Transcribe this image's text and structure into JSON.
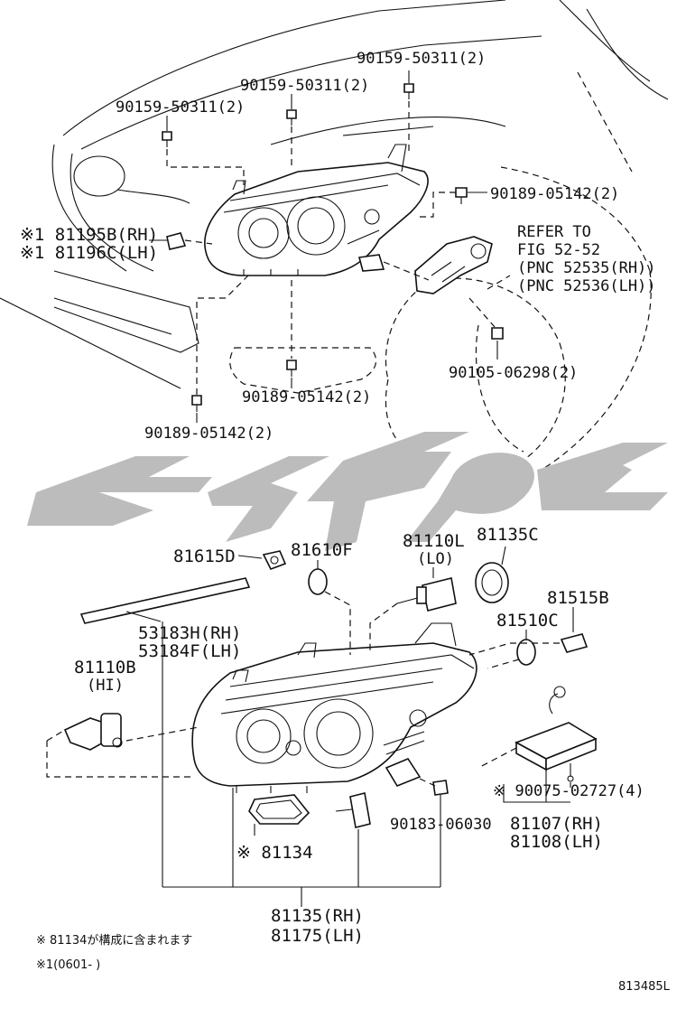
{
  "watermark": {
    "text": "ﺬﺒﻧ ﺪﻫ",
    "color": "#b8b8b8"
  },
  "diagram_id": "813485L",
  "upper_callouts": [
    {
      "part": "90159-50311(2)"
    },
    {
      "part": "90159-50311(2)"
    },
    {
      "part": "90159-50311(2)"
    },
    {
      "part": "90189-05142(2)"
    },
    {
      "part": "90105-06298(2)"
    },
    {
      "part": "90189-05142(2)"
    },
    {
      "part": "90189-05142(2)"
    }
  ],
  "bracket_callout": {
    "line1": "※1 81195B(RH)",
    "line2": "※1 81196C(LH)"
  },
  "refer": {
    "line1": "REFER TO",
    "line2": "FIG 52-52",
    "line3": "(PNC 52535(RH))",
    "line4": "(PNC 52536(LH))"
  },
  "lower_callouts": {
    "p81615D": "81615D",
    "p81610F": "81610F",
    "p81110L": "81110L",
    "p81110L_sub": "(LO)",
    "p81135C": "81135C",
    "p81515B": "81515B",
    "p81510C": "81510C",
    "p53183H": "53183H(RH)",
    "p53184F": "53184F(LH)",
    "p81110B": "81110B",
    "p81110B_sub": "(HI)",
    "p90183": "90183-06030",
    "p90075": "※  90075-02727(4)",
    "p81107": "81107(RH)",
    "p81108": "81108(LH)",
    "p81134": "※ 81134",
    "p81135RH": "81135(RH)",
    "p81175LH": "81175(LH)"
  },
  "notes": {
    "note1": "※   81134が構成に含まれます",
    "note2": "※1(0601-      )"
  }
}
